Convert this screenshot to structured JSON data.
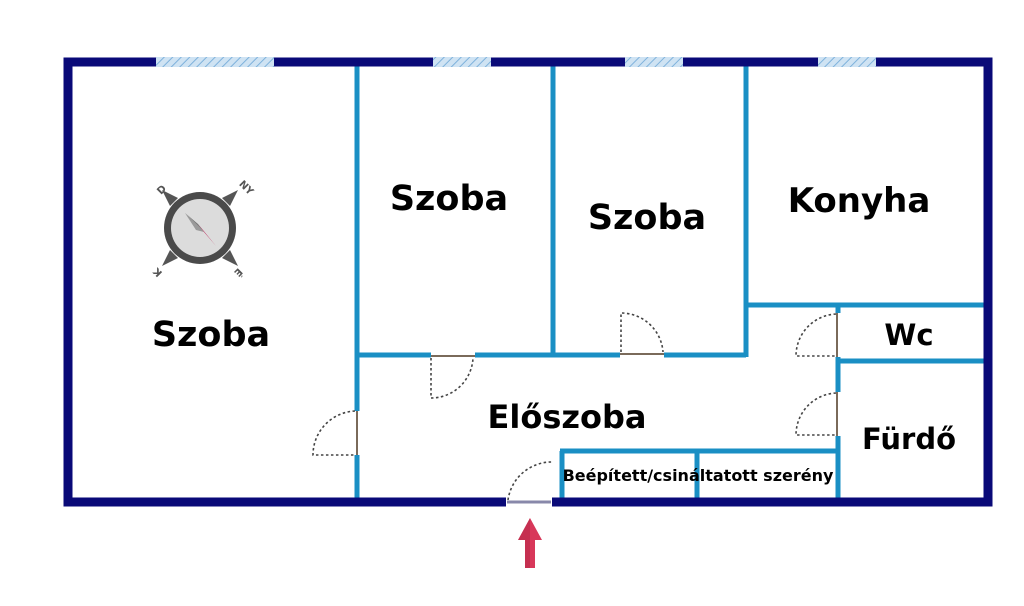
{
  "colors": {
    "outer_wall": "#0a0a78",
    "inner_wall": "#1a8fc4",
    "window": "#9ec7e8",
    "entrance_arrow": "#d8385a",
    "compass_needle": "#b8124a",
    "door_swing": "#444444"
  },
  "rooms": {
    "szoba_left": "Szoba",
    "szoba_middle": "Szoba",
    "szoba_right": "Szoba",
    "konyha": "Konyha",
    "wc": "Wc",
    "furdo": "Fürdő",
    "eloszoba": "Előszoba",
    "storage": "Beépített/csináltatott szerény"
  },
  "compass": {
    "labels": [
      "D",
      "NY",
      "K",
      "É"
    ]
  },
  "icons": {
    "compass": "compass-icon",
    "entrance": "entrance-arrow-icon"
  }
}
